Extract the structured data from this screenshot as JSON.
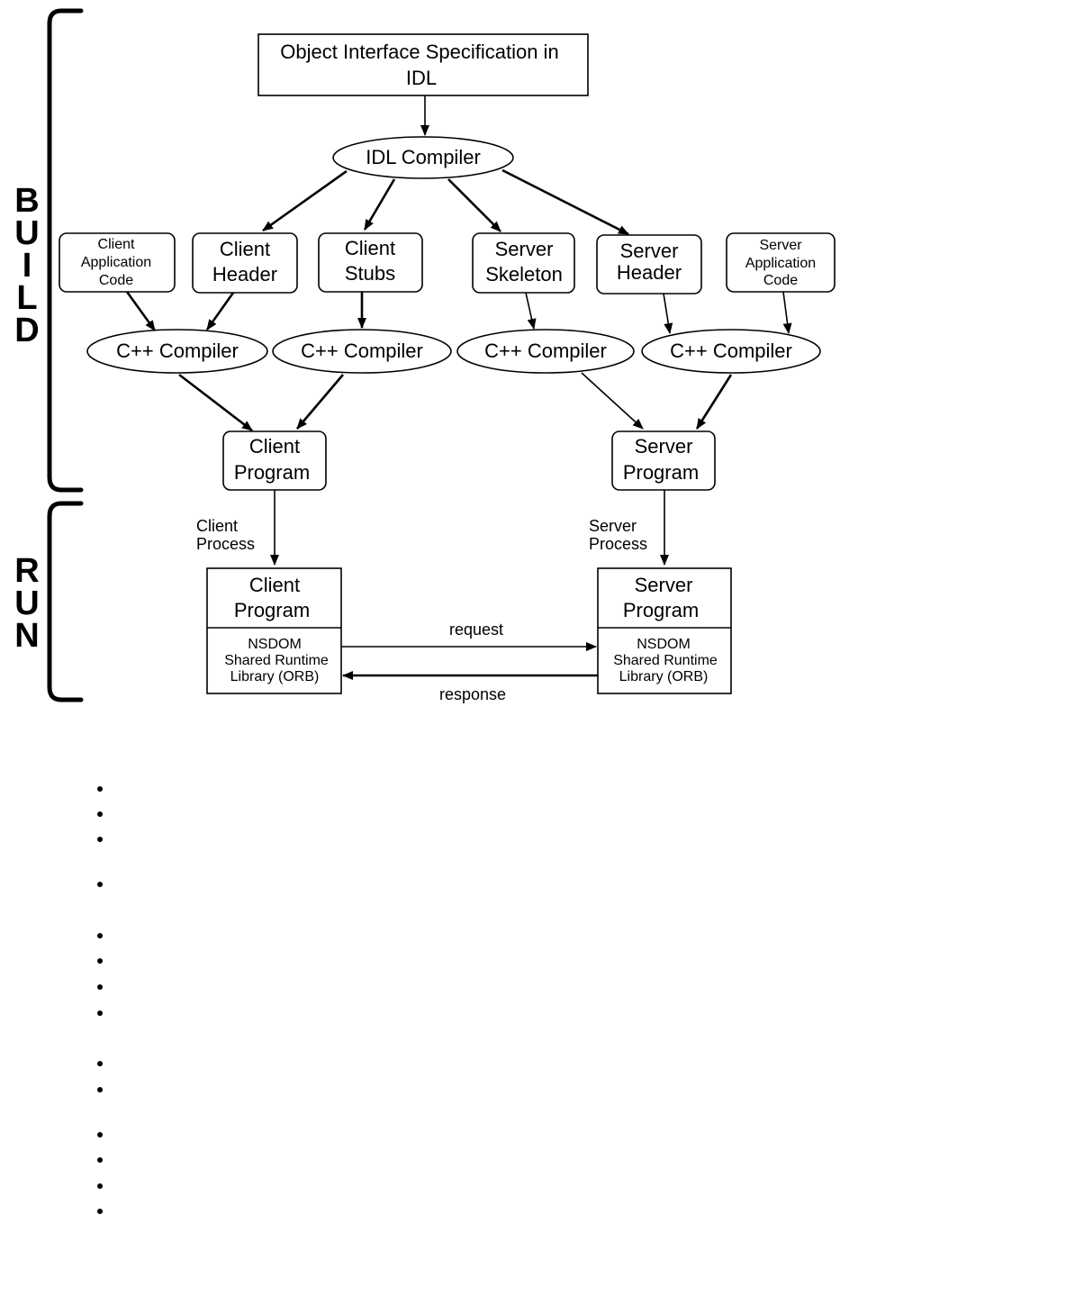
{
  "diagram": {
    "phases": {
      "build": "BUILD",
      "run": "RUN"
    },
    "spec_box": {
      "line1": "Object Interface Specification in",
      "line2": "IDL"
    },
    "idl_compiler": "IDL Compiler",
    "generated": {
      "client_app_code": [
        "Client",
        "Application",
        "Code"
      ],
      "client_header": [
        "Client",
        "Header"
      ],
      "client_stubs": [
        "Client",
        "Stubs"
      ],
      "server_skeleton": [
        "Server",
        "Skeleton"
      ],
      "server_header": [
        "Server",
        "Header"
      ],
      "server_app_code": [
        "Server",
        "Application",
        "Code"
      ]
    },
    "cpp_compiler": "C++ Compiler",
    "built_programs": {
      "client": [
        "Client",
        "Program"
      ],
      "server": [
        "Server",
        "Program"
      ]
    },
    "process_labels": {
      "client": [
        "Client",
        "Process"
      ],
      "server": [
        "Server",
        "Process"
      ]
    },
    "runtime": {
      "client_program": [
        "Client",
        "Program"
      ],
      "server_program": [
        "Server",
        "Program"
      ],
      "library": [
        "NSDOM",
        "Shared Runtime",
        "Library (ORB)"
      ]
    },
    "messages": {
      "request": "request",
      "response": "response"
    }
  },
  "bullet_list": {
    "count": 14
  }
}
